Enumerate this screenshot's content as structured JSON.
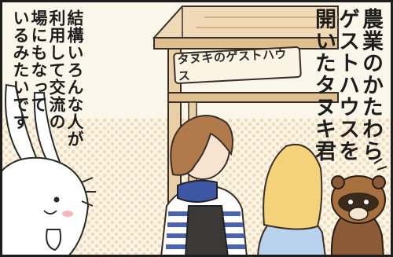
{
  "caption_right": {
    "lines": [
      "農業のかたわら",
      "ゲストハウスを",
      "開いたタヌキ君"
    ]
  },
  "caption_left": {
    "lines": [
      "結構いろんな人が",
      "利用して交流の",
      "場にもなって",
      "いるみたいです"
    ]
  },
  "sign": {
    "text": "タヌキのゲストハウス"
  },
  "colors": {
    "background": "#fbf6ea",
    "building_wood": "#e8cfa6",
    "dot_pattern": "#f2dcb6",
    "ink": "#1d1d1d",
    "hair_brown": "#b07a4a",
    "hair_blonde": "#f3d27a",
    "scarf_blue": "#3d57a4",
    "stripe_blue": "#4a63b3",
    "apron_dark": "#3b3838",
    "tanuki_brown": "#8b5a36",
    "jacket_lightblue": "#b9d3ee"
  }
}
